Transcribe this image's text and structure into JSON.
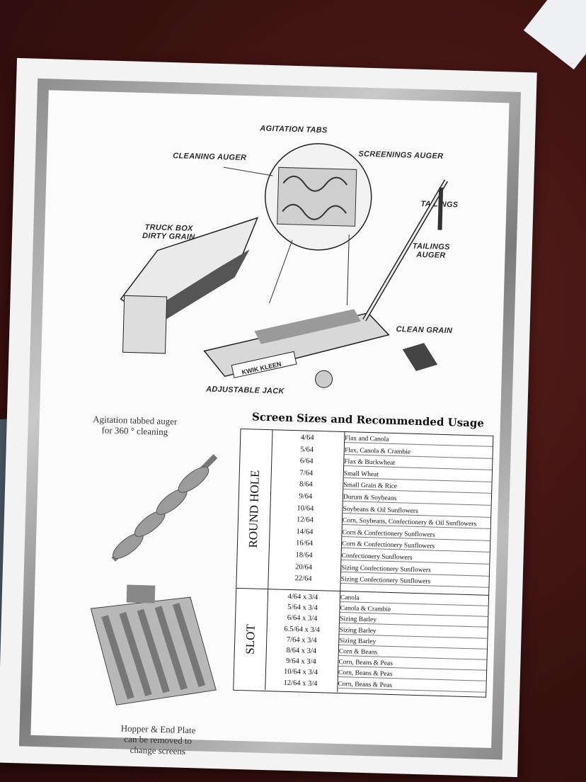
{
  "labels": {
    "agitation_tabs": "AGITATION TABS",
    "cleaning_auger": "CLEANING AUGER",
    "screenings_auger": "SCREENINGS AUGER",
    "tailings": "TAILINGS",
    "truck_box": "TRUCK BOX\nDIRTY GRAIN",
    "tailings_auger": "TAILINGS\nAUGER",
    "clean_grain": "CLEAN GRAIN",
    "kwik_kleen": "KWIK KLEEN",
    "adjustable_jack": "ADJUSTABLE JACK"
  },
  "captions": {
    "auger": "Agitation tabbed auger\nfor 360 ° cleaning",
    "hopper": "Hopper & End Plate\ncan be removed to\nchange screens"
  },
  "table": {
    "title": "Screen Sizes and Recommended Usage",
    "round_hole_label": "ROUND HOLE",
    "slot_label": "SLOT",
    "round_hole": [
      {
        "size": "4/64",
        "use": "Flax and Canola"
      },
      {
        "size": "5/64",
        "use": "Flax, Canola & Crambie"
      },
      {
        "size": "6/64",
        "use": "Flax & Buckwheat"
      },
      {
        "size": "7/64",
        "use": "Small Wheat"
      },
      {
        "size": "8/64",
        "use": "Small Grain & Rice"
      },
      {
        "size": "9/64",
        "use": "Durum & Soybeans"
      },
      {
        "size": "10/64",
        "use": "Soybeans & Oil Sunflowers"
      },
      {
        "size": "12/64",
        "use": "Corn, Soybeans, Confectionery & Oil Sunflowers"
      },
      {
        "size": "14/64",
        "use": "Corn & Confectionery Sunflowers"
      },
      {
        "size": "16/64",
        "use": "Corn & Confectionery Sunflowers"
      },
      {
        "size": "18/64",
        "use": "Confectionery Sunflowers"
      },
      {
        "size": "20/64",
        "use": "Sizing Confectionery Sunflowers"
      },
      {
        "size": "22/64",
        "use": "Sizing Confectionery Sunflowers"
      }
    ],
    "slot": [
      {
        "size": "4/64 x 3/4",
        "use": "Canola"
      },
      {
        "size": "5/64 x 3/4",
        "use": "Canola & Crambie"
      },
      {
        "size": "6/64 x 3/4",
        "use": "Sizing Barley"
      },
      {
        "size": "6.5/64 x 3/4",
        "use": "Sizing Barley"
      },
      {
        "size": "7/64 x 3/4",
        "use": "Sizing Barley"
      },
      {
        "size": "8/64 x 3/4",
        "use": "Corn & Beans"
      },
      {
        "size": "9/64 x 3/4",
        "use": "Corn, Beans & Peas"
      },
      {
        "size": "10/64 x 3/4",
        "use": "Corn, Beans & Peas"
      },
      {
        "size": "12/64 x 3/4",
        "use": "Corn, Beans & Peas"
      }
    ]
  }
}
